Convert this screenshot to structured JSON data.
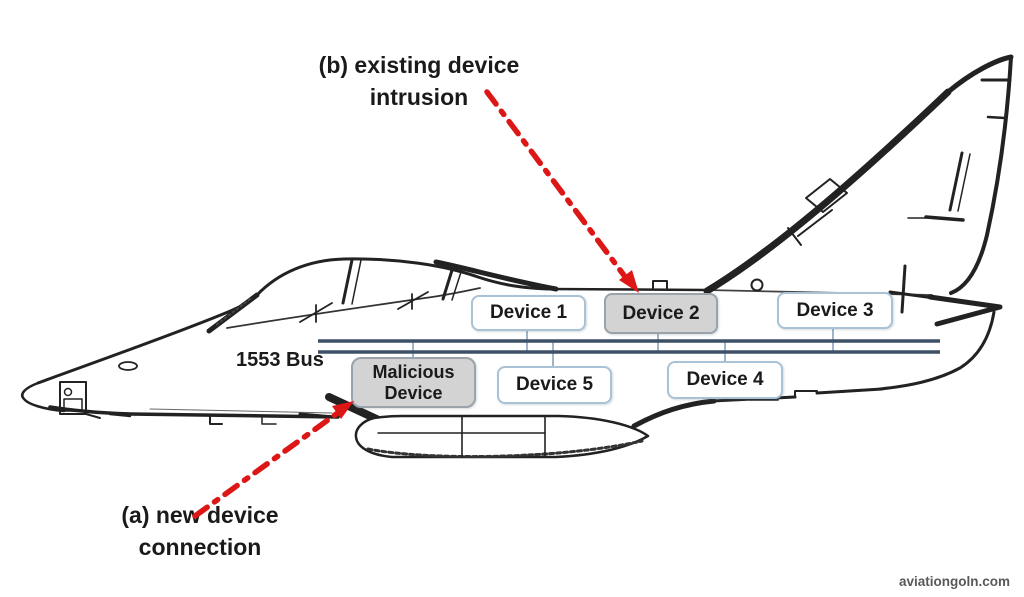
{
  "diagram": {
    "bus": {
      "label": "1553 Bus"
    },
    "devices": {
      "device1": {
        "label": "Device 1",
        "state": "normal"
      },
      "device2": {
        "label": "Device 2",
        "state": "intruded"
      },
      "device3": {
        "label": "Device 3",
        "state": "normal"
      },
      "device4": {
        "label": "Device 4",
        "state": "normal"
      },
      "device5": {
        "label": "Device 5",
        "state": "normal"
      },
      "malicious": {
        "line1": "Malicious",
        "line2": "Device",
        "state": "malicious"
      }
    },
    "annotations": {
      "a": {
        "line1": "(a) new device",
        "line2": "connection",
        "target": "Malicious Device"
      },
      "b": {
        "line1": "(b) existing device",
        "line2": "intrusion",
        "target": "Device 2"
      }
    }
  },
  "watermark": "aviationgoln.com",
  "colors": {
    "arrow_red": "#dd1616",
    "bus_line": "#3d5066",
    "connector_line": "#9fb6ca",
    "normal_box_fill": "#ffffff",
    "normal_box_border": "#a9c2d6",
    "gray_box_fill": "#d3d3d3",
    "gray_box_border": "#9aa2aa",
    "text": "#1a1a1a",
    "watermark_text": "#58595b",
    "aircraft_line": "#222222"
  }
}
